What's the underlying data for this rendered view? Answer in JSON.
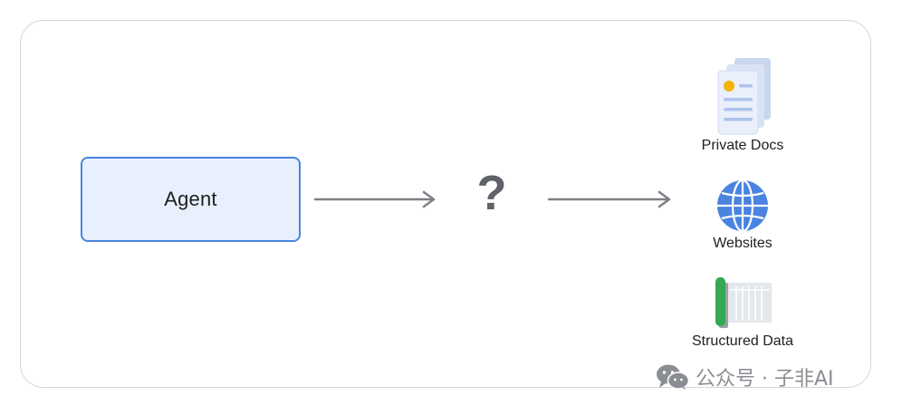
{
  "diagram": {
    "agent_label": "Agent",
    "unknown_label": "?",
    "resources": [
      {
        "label": "Private Docs",
        "icon": "documents-icon"
      },
      {
        "label": "Websites",
        "icon": "globe-icon"
      },
      {
        "label": "Structured Data",
        "icon": "spreadsheet-icon"
      }
    ]
  },
  "watermark": {
    "text": "公众号 · 子非AI",
    "icon": "wechat-icon"
  },
  "colors": {
    "agent_border": "#4a84e0",
    "agent_fill": "#e9f0fd",
    "arrow": "#7d8085",
    "question_mark": "#5f6368",
    "doc_accent": "#f4b400",
    "globe": "#4a84e0",
    "spreadsheet_spine": "#34a853"
  }
}
